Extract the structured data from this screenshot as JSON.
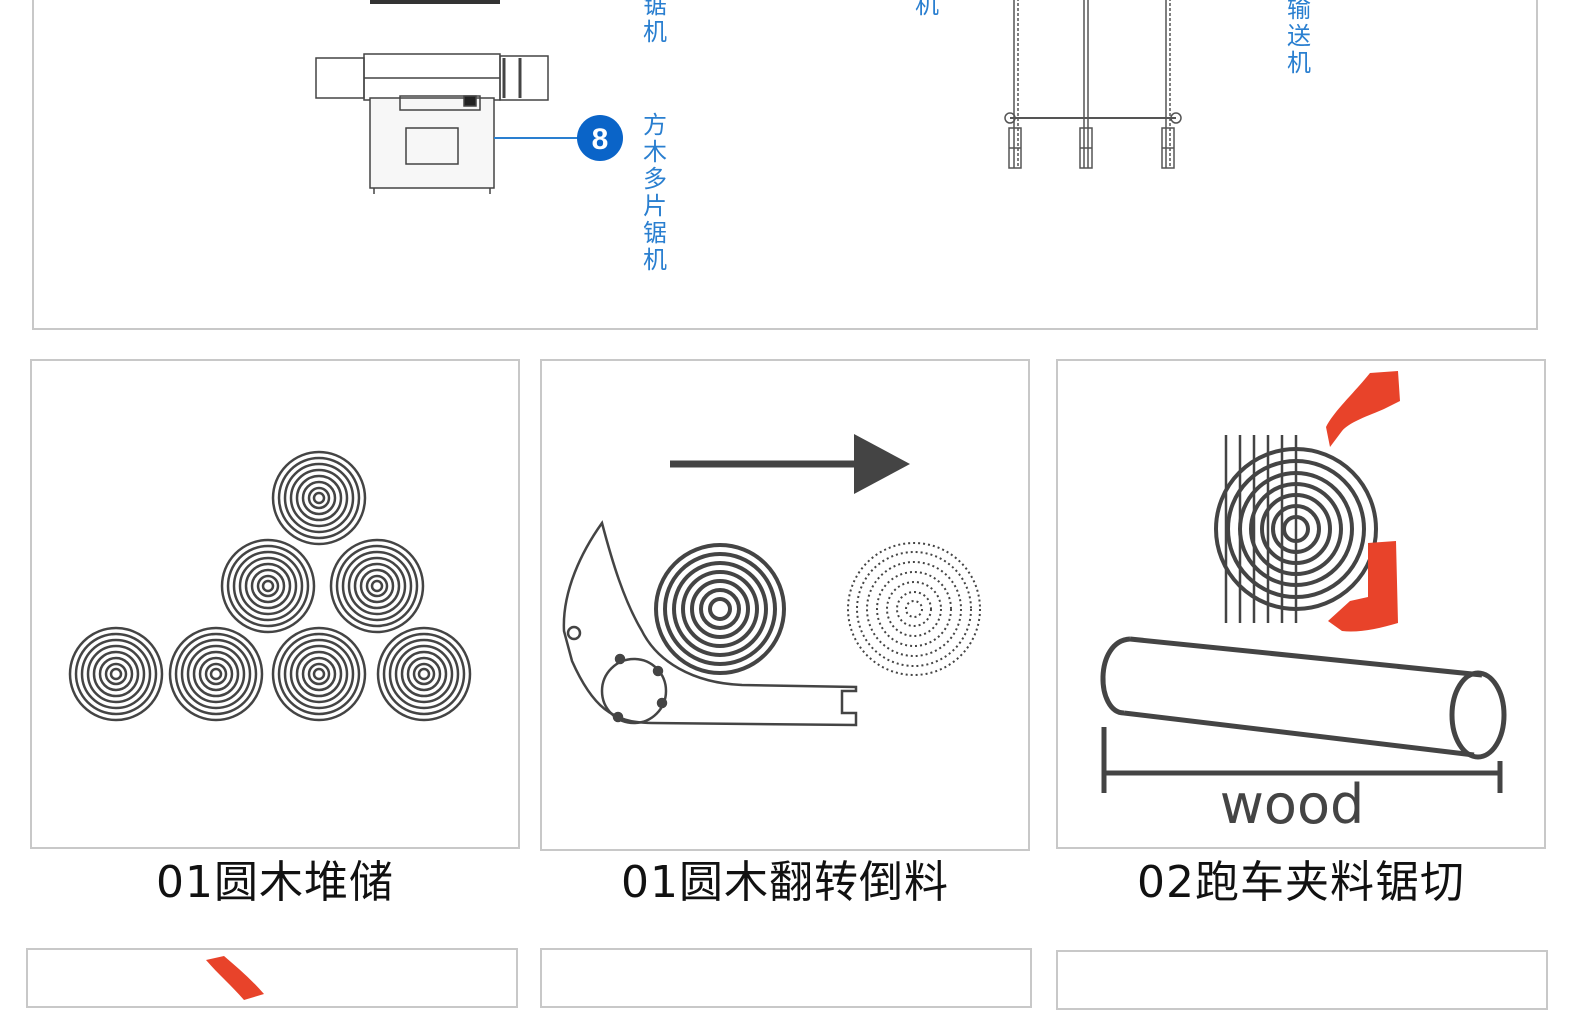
{
  "top_diagram": {
    "label_saw_left": "锯机",
    "label_mid": "机",
    "label_conveyor": "输送机",
    "marker_number": "8",
    "label_multisaw": "方木多片锯机",
    "accent_color": "#0a64c8",
    "label_color": "#2a7fd0"
  },
  "steps": [
    {
      "caption": "01圆木堆储",
      "icon": "log-stack-icon"
    },
    {
      "caption": "01圆木翻转倒料",
      "icon": "log-flip-icon"
    },
    {
      "caption": "02跑车夹料锯切",
      "icon": "carriage-clamp-saw-icon",
      "wood_label": "wood",
      "clamp_color": "#e8432a"
    }
  ]
}
